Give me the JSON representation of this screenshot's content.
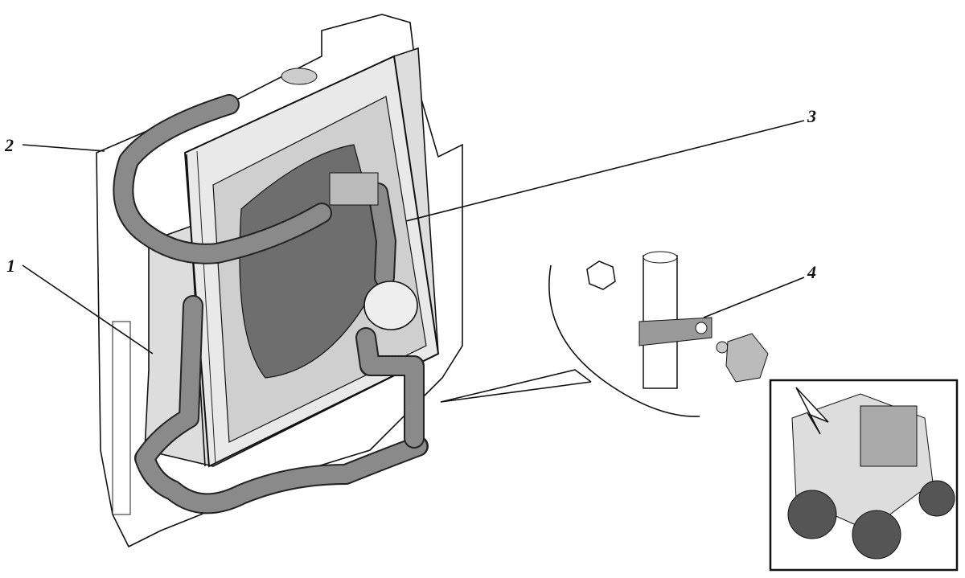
{
  "diagram": {
    "callouts": [
      {
        "id": "1",
        "text": "1"
      },
      {
        "id": "2",
        "text": "2"
      },
      {
        "id": "3",
        "text": "3"
      },
      {
        "id": "4",
        "text": "4"
      }
    ],
    "colors": {
      "ink": "#111111",
      "shade": "#8a8a8a",
      "paper": "#ffffff"
    }
  }
}
